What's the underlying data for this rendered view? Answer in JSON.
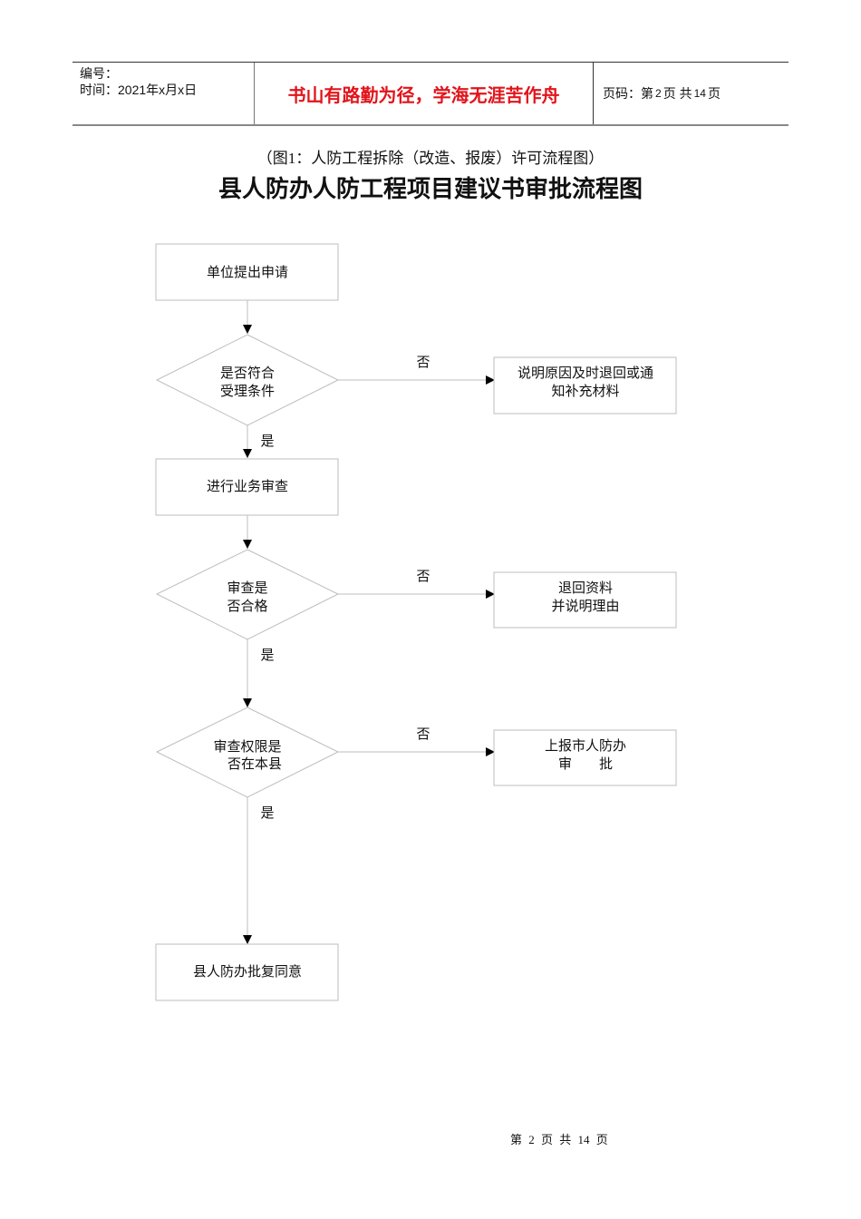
{
  "header": {
    "serial_label": "编号：",
    "date_label": "时间：2021年x月x日",
    "motto": "书山有路勤为径，学海无涯苦作舟",
    "page_label": "页码：第",
    "page_current": "2",
    "page_mid": "页 共",
    "page_total": "14",
    "page_end": "页"
  },
  "document": {
    "subtitle": "（图1：人防工程拆除（改造、报废）许可流程图）",
    "title": "县人防办人防工程项目建议书审批流程图"
  },
  "flowchart": {
    "nodes": {
      "start": "单位提出申请",
      "decision1_line1": "是否符合",
      "decision1_line2": "受理条件",
      "reject1_line1": "说明原因及时退回或通",
      "reject1_line2": "知补充材料",
      "review": "进行业务审查",
      "decision2_line1": "审查是",
      "decision2_line2": "否合格",
      "reject2_line1": "退回资料",
      "reject2_line2": "并说明理由",
      "decision3_line1": "审查权限是",
      "decision3_line2": "否在本县",
      "escalate_line1": "上报市人防办",
      "escalate_line2": "审　　批",
      "end": "县人防办批复同意"
    },
    "edge_labels": {
      "no": "否",
      "yes": "是"
    },
    "colors": {
      "border": "#bdbdbd",
      "line": "#bdbdbd",
      "arrow": "#000000"
    }
  },
  "footer": {
    "text": "第 2 页 共 14 页"
  }
}
